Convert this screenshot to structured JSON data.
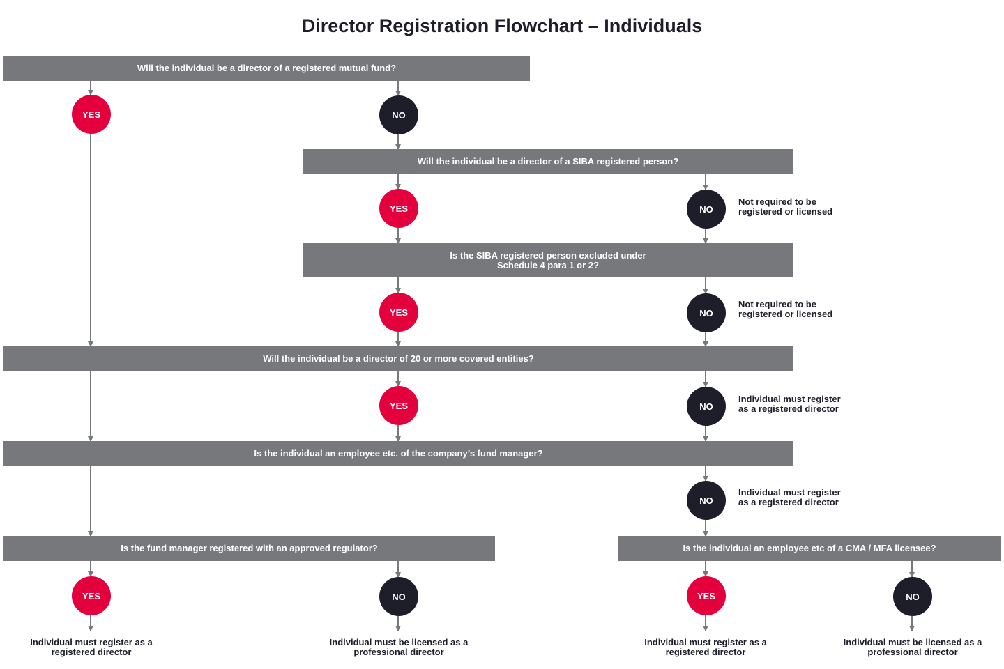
{
  "title": "Director Registration Flowchart – Individuals",
  "colors": {
    "question_box": "#77787c",
    "yes": "#e4003d",
    "no": "#1e1e2b",
    "connector": "#77787c",
    "text": "#1e1e2b"
  },
  "questions": {
    "q1": "Will the individual be a director of a registered mutual fund?",
    "q2": "Will the individual be a director of a SIBA registered person?",
    "q3": "Is the SIBA registered person excluded under\nSchedule 4 para 1 or 2?",
    "q4": "Will the individual be a director of 20 or more covered entities?",
    "q5": "Is the individual an employee etc. of the company’s fund manager?",
    "q6": "Is the fund manager registered with an approved regulator?",
    "q7": "Is the individual an employee etc of a CMA / MFA licensee?"
  },
  "labels": {
    "yes": "YES",
    "no": "NO"
  },
  "outcomes": {
    "not_required_1": "Not required to be\nregistered or licensed",
    "not_required_2": "Not required to be\nregistered or licensed",
    "must_register_q4": "Individual must register\nas a registered director",
    "must_register_q5": "Individual must register\nas a registered director",
    "q6_yes": "Individual must register as a\nregistered director",
    "q6_no": "Individual must be licensed as a\nprofessional director",
    "q7_yes": "Individual must register as a\nregistered director",
    "q7_no": "Individual must be licensed as a\nprofessional director"
  }
}
